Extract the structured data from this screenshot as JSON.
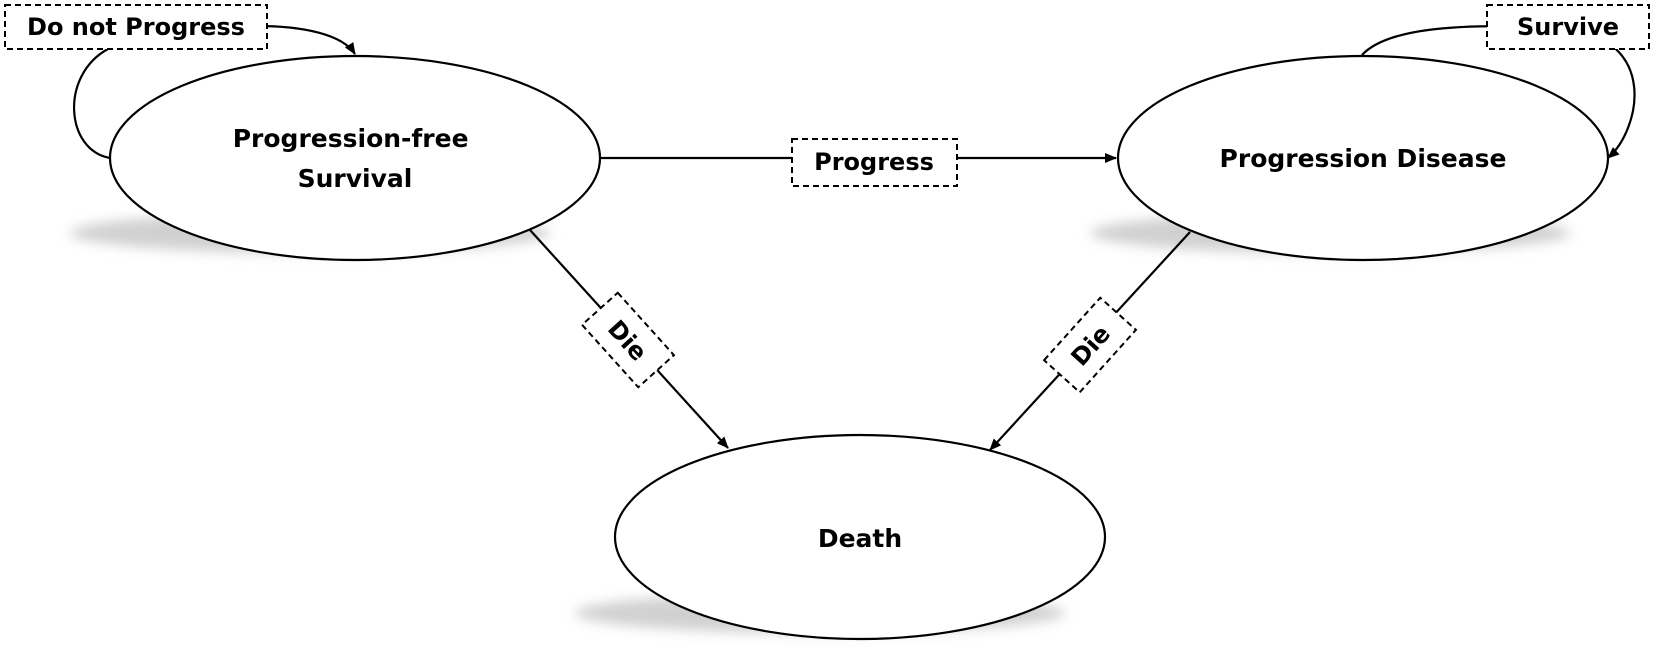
{
  "nodes": {
    "pfs": {
      "line1": "Progression-free",
      "line2": "Survival"
    },
    "pd": {
      "label": "Progression Disease"
    },
    "death": {
      "label": "Death"
    }
  },
  "transitions": {
    "do_not_progress": "Do not Progress",
    "survive": "Survive",
    "progress": "Progress",
    "die_from_pfs": "Die",
    "die_from_pd": "Die"
  },
  "colors": {
    "stroke": "#000000",
    "fill": "#ffffff",
    "shadow": "#bdbdbd"
  }
}
